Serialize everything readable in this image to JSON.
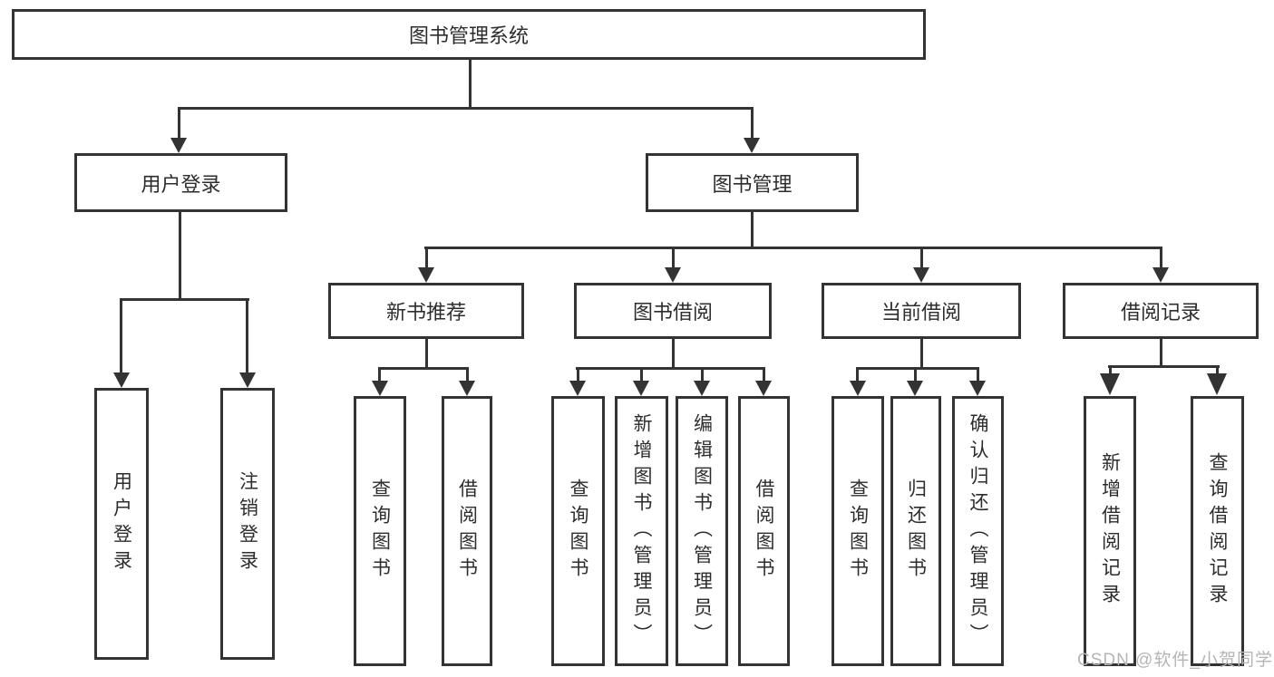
{
  "diagram": {
    "root": {
      "label": "图书管理系统"
    },
    "level2": {
      "user_login": {
        "label": "用户登录"
      },
      "book_mgmt": {
        "label": "图书管理"
      }
    },
    "level3": {
      "new_book": {
        "label": "新书推荐"
      },
      "book_borrow": {
        "label": "图书借阅"
      },
      "current_borrow": {
        "label": "当前借阅"
      },
      "borrow_record": {
        "label": "借阅记录"
      }
    },
    "leaves": {
      "user_login_1": {
        "label": "用户登录"
      },
      "user_login_2": {
        "label": "注销登录"
      },
      "new_book_1": {
        "label": "查询图书"
      },
      "new_book_2": {
        "label": "借阅图书"
      },
      "book_borrow_1": {
        "label": "查询图书"
      },
      "book_borrow_2": {
        "label": "新增图书（管理员）"
      },
      "book_borrow_3": {
        "label": "编辑图书（管理员）"
      },
      "book_borrow_4": {
        "label": "借阅图书"
      },
      "current_borrow_1": {
        "label": "查询图书"
      },
      "current_borrow_2": {
        "label": "归还图书"
      },
      "current_borrow_3": {
        "label": "确认归还（管理员）"
      },
      "borrow_record_1": {
        "label": "新增借阅记录"
      },
      "borrow_record_2": {
        "label": "查询借阅记录"
      }
    },
    "watermark": "CSDN @软件_小贺同学",
    "colors": {
      "line": "#333333",
      "text": "#2d2d2d",
      "watermark": "#b5b5b5",
      "background": "#ffffff"
    }
  }
}
